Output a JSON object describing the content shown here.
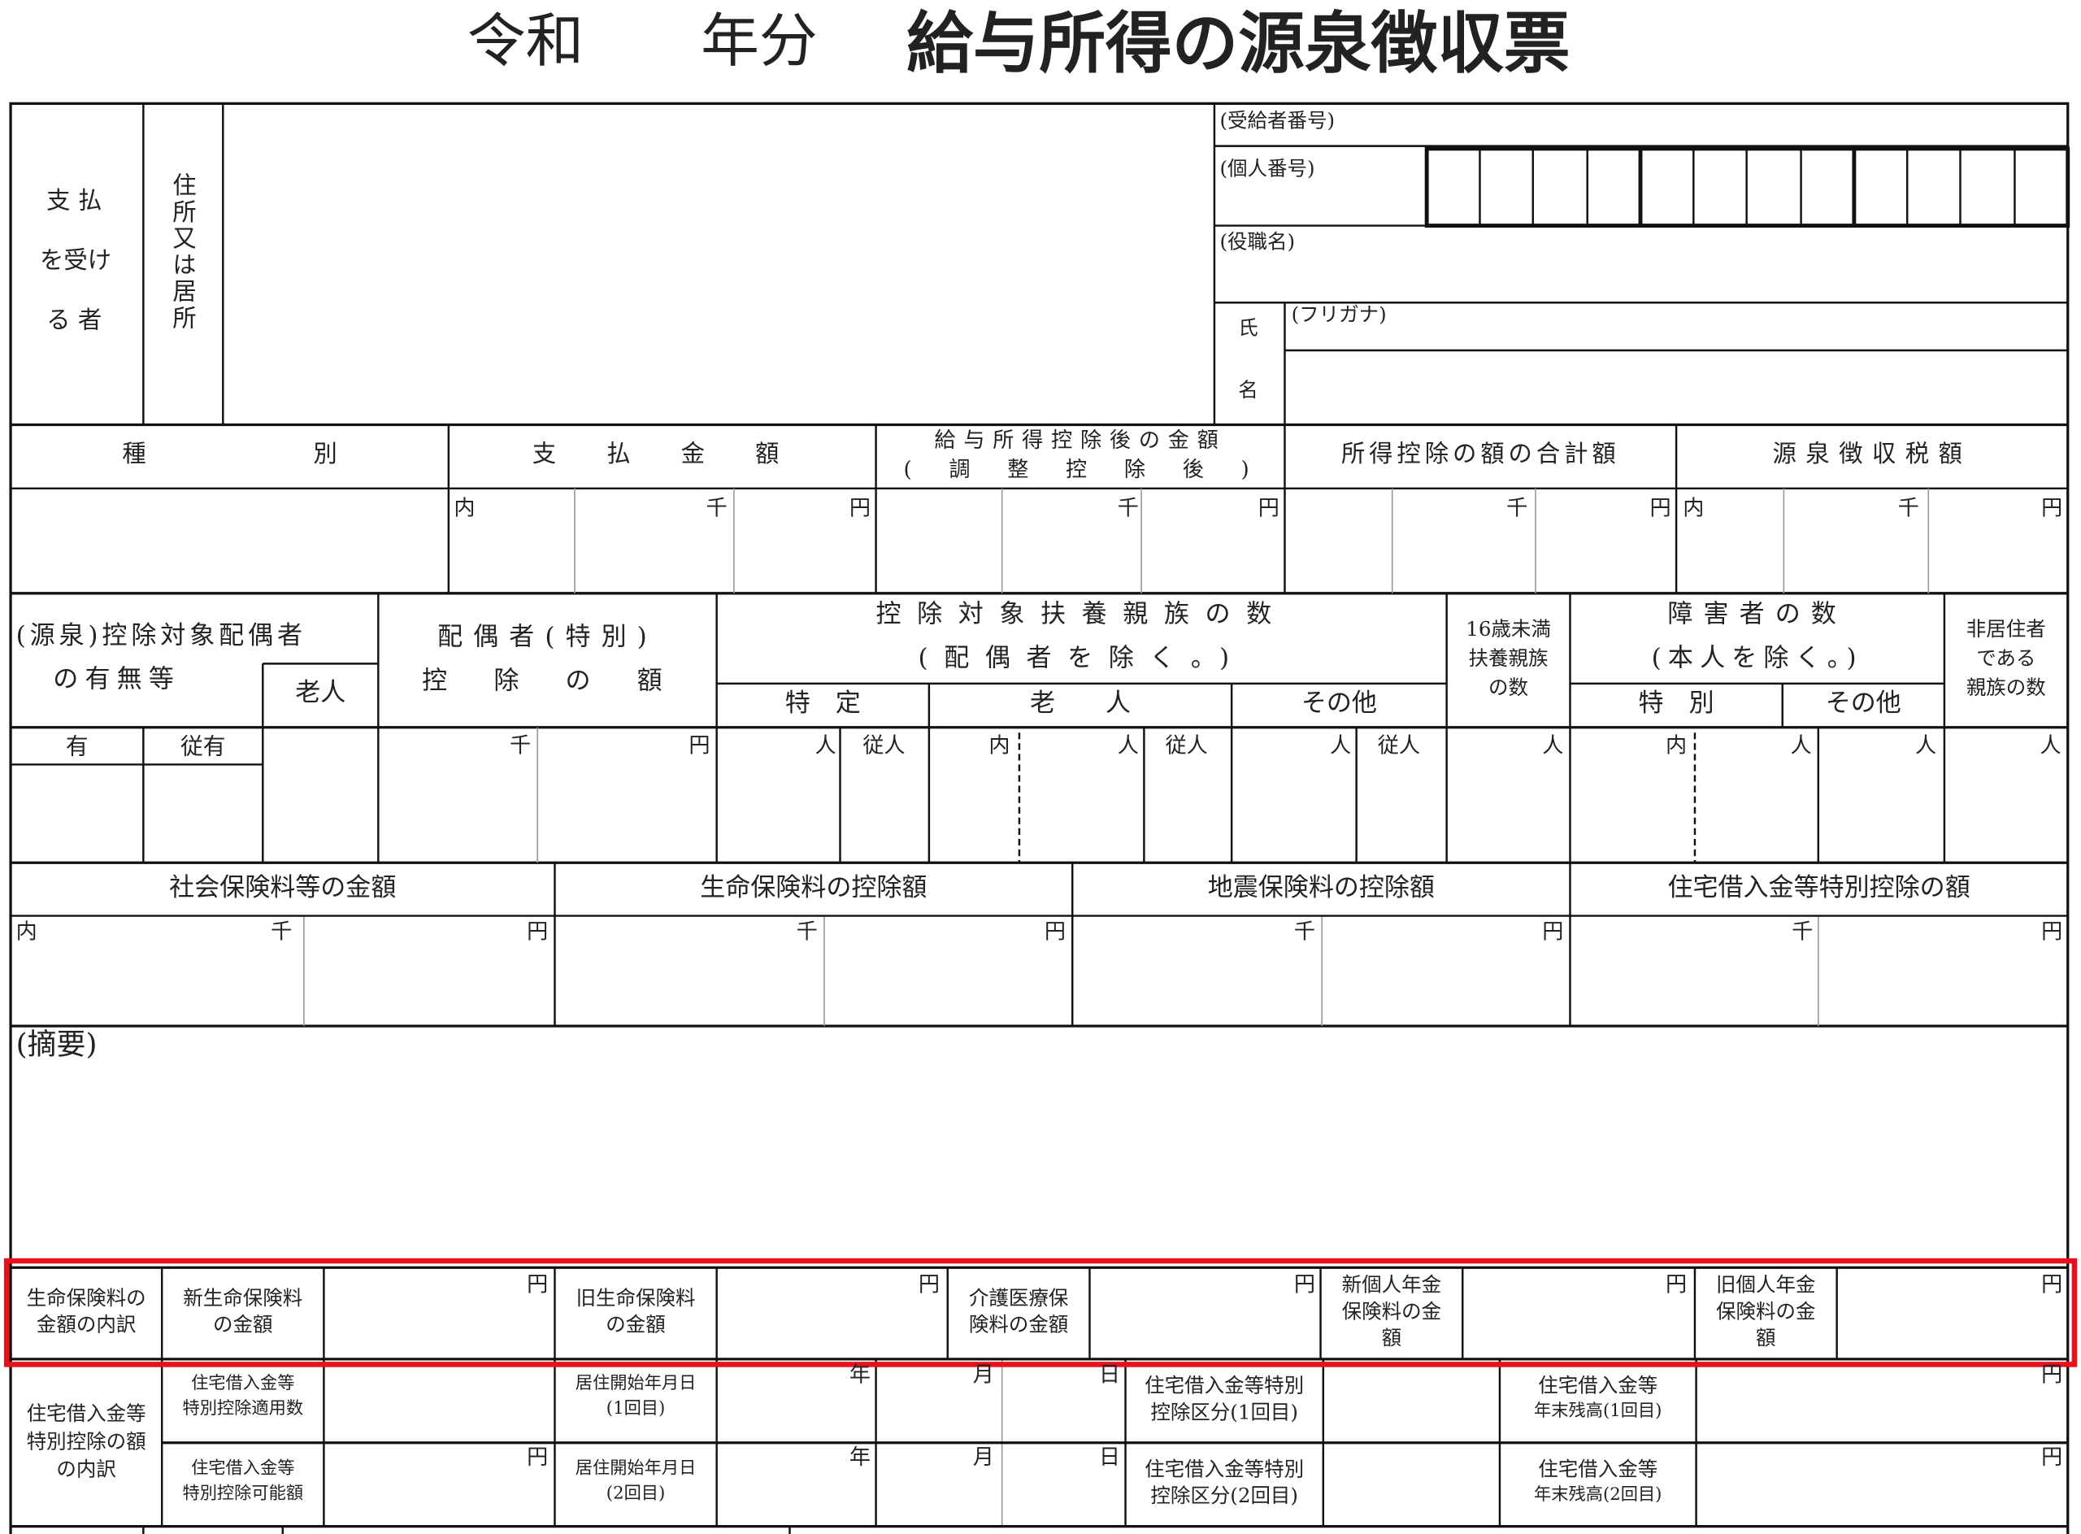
{
  "title": {
    "era_year": "令和　　年分",
    "main": "給与所得の源泉徴収票"
  },
  "recipient": {
    "label_line1": "支 払",
    "label_line2": "を受け",
    "label_line3": "る 者",
    "address_label": "住所又は居所",
    "recipient_number_label": "(受給者番号)",
    "my_number_label": "(個人番号)",
    "position_label": "(役職名)",
    "name_label_1": "氏",
    "name_label_2": "名",
    "furigana_label": "(フリガナ)"
  },
  "amounts_header": {
    "type": "種　　　　　　　別",
    "payment": "支　払　金　額",
    "after_deduction_1": "給与所得控除後の金額",
    "after_deduction_2": "(　調　整　控　除　後　)",
    "total_deductions": "所得控除の額の合計額",
    "withholding_tax": "源泉徴収税額"
  },
  "units": {
    "inner": "内",
    "thousand": "千",
    "yen": "円",
    "person": "人",
    "dependent_person": "従人",
    "year": "年",
    "month": "月",
    "day": "日"
  },
  "dependents_header": {
    "spouse_1": "(源泉)控除対象配偶者",
    "spouse_2": "の有無等",
    "elderly": "老人",
    "spouse_deduction_1": "配偶者(特別)",
    "spouse_deduction_2": "控　除　の　額",
    "dependents_1": "控除対象扶養親族の数",
    "dependents_2": "(配偶者を除く。)",
    "specific": "特　定",
    "old": "老　　人",
    "other": "その他",
    "under16_1": "16歳未満",
    "under16_2": "扶養親族",
    "under16_3": "の数",
    "disabled_1": "障害者の数",
    "disabled_2": "(本人を除く。)",
    "disabled_special": "特　別",
    "disabled_other": "その他",
    "nonresident_1": "非居住者",
    "nonresident_2": "である",
    "nonresident_3": "親族の数",
    "has": "有",
    "dependent_has": "従有"
  },
  "insurance_header": {
    "social": "社会保険料等の金額",
    "life": "生命保険料の控除額",
    "earthquake": "地震保険料の控除額",
    "housing_loan": "住宅借入金等特別控除の額"
  },
  "remarks_label": "(摘要)",
  "life_insurance_breakdown": {
    "label_1": "生命保険料の",
    "label_2": "金額の内訳",
    "new_life_1": "新生命保険料",
    "new_life_2": "の金額",
    "old_life_1": "旧生命保険料",
    "old_life_2": "の金額",
    "nursing_1": "介護医療保",
    "nursing_2": "険料の金額",
    "new_pension_1": "新個人年金",
    "new_pension_2": "保険料の金",
    "new_pension_3": "額",
    "old_pension_1": "旧個人年金",
    "old_pension_2": "保険料の金",
    "old_pension_3": "額"
  },
  "housing_loan_breakdown": {
    "label_1": "住宅借入金等",
    "label_2": "特別控除の額",
    "label_3": "の内訳",
    "applicable_count_1": "住宅借入金等",
    "applicable_count_2": "特別控除適用数",
    "possible_amount_1": "住宅借入金等",
    "possible_amount_2": "特別控除可能額",
    "start_date_1_a": "居住開始年月日",
    "start_date_1_b": "(1回目)",
    "start_date_2_a": "居住開始年月日",
    "start_date_2_b": "(2回目)",
    "category_1_a": "住宅借入金等特別",
    "category_1_b": "控除区分(1回目)",
    "category_2_a": "住宅借入金等特別",
    "category_2_b": "控除区分(2回目)",
    "balance_1_a": "住宅借入金等",
    "balance_1_b": "年末残高(1回目)",
    "balance_2_a": "住宅借入金等",
    "balance_2_b": "年末残高(2回目)"
  },
  "highlight_color": "#e8101a"
}
